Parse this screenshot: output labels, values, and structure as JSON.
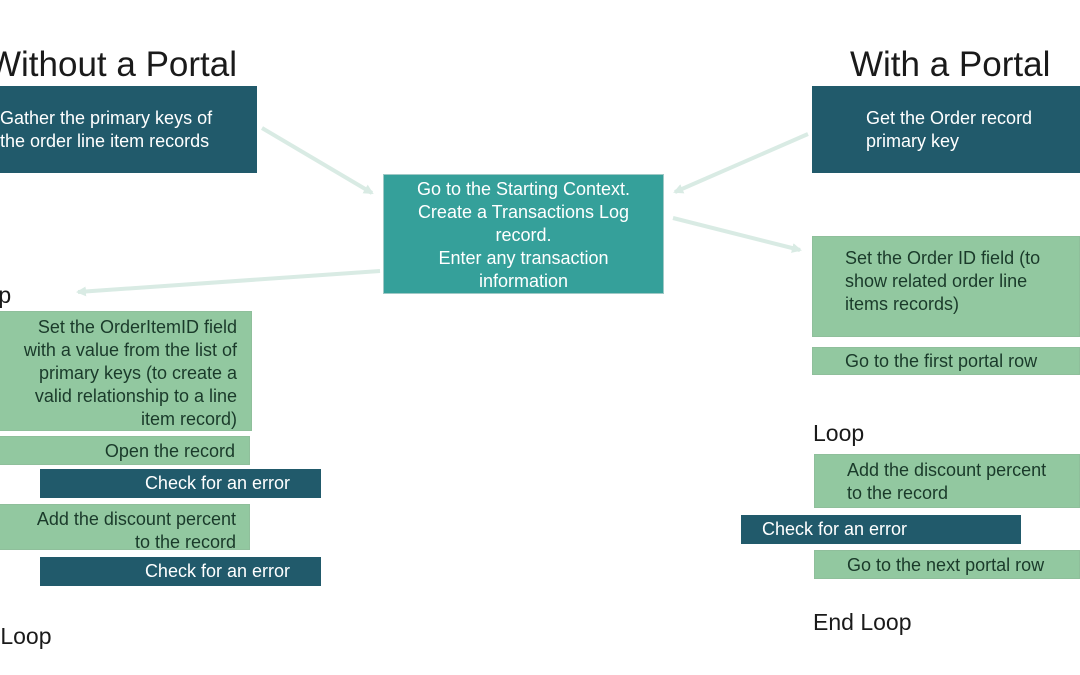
{
  "left": {
    "heading": "Without a Portal",
    "gather_keys": "Gather the primary keys of\nthe order line item records",
    "loop_label": "Loop",
    "set_orderitemid": "Set the OrderItemID field\nwith a value from the list of\nprimary keys (to create a\nvalid relationship to a line\nitem record)",
    "open_record": "Open the record",
    "check_error_1": "Check for an error",
    "add_discount": "Add the discount percent\nto the record",
    "check_error_2": "Check for an error",
    "end_loop_label": "End Loop"
  },
  "center": {
    "starting_context": "Go to the Starting Context.\nCreate a Transactions Log\nrecord.\nEnter any transaction\ninformation"
  },
  "right": {
    "heading": "With a Portal",
    "get_order_key": "Get the Order record\nprimary key",
    "set_order_id": "Set the Order ID field (to\nshow related order line\nitems records)",
    "first_portal_row": "Go to the first portal row",
    "loop_label": "Loop",
    "add_discount": "Add the discount percent\nto the record",
    "check_error": "Check for an error",
    "next_portal_row": "Go to the next portal row",
    "end_loop_label": "End Loop"
  },
  "colors": {
    "dark_box": "#215a6b",
    "teal_box": "#35a09a",
    "green_box": "#92c8a0",
    "arrow": "#d9ebe4"
  }
}
